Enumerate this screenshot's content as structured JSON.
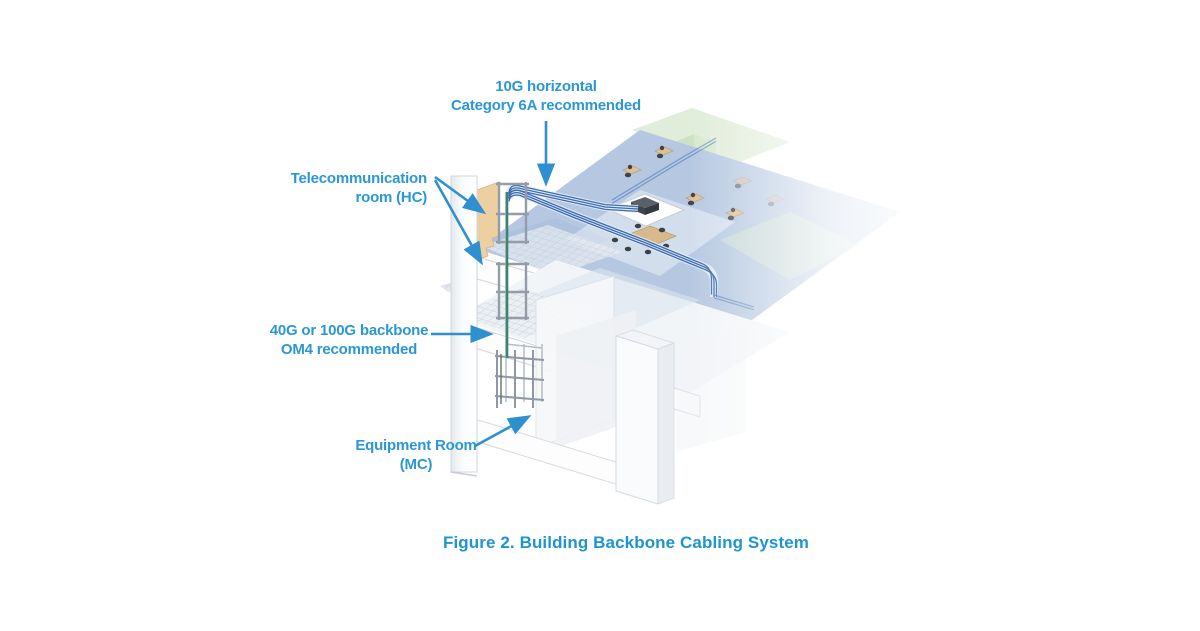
{
  "figure": {
    "caption": "Figure 2. Building Backbone Cabling System"
  },
  "callouts": {
    "horizontal_cabling": {
      "line1": "10G horizontal",
      "line2": "Category 6A recommended"
    },
    "telecom_room": {
      "line1": "Telecommunication",
      "line2": "room (HC)"
    },
    "backbone": {
      "line1": "40G or 100G backbone",
      "line2": "OM4 recommended"
    },
    "equipment_room": {
      "line1": "Equipment Room",
      "line2": "(MC)"
    }
  },
  "colors": {
    "label_text": "#2b97d4",
    "caption_text": "#1d95d3",
    "arrow": "#2e90d0",
    "floor_blue": "#b6c8e1",
    "floor_blue_dark": "#a7bcdc",
    "wall_green": "#cde2c5",
    "ceiling_green": "#d6e7ce",
    "floor_green_zone": "#d3e3d0",
    "wall_tan": "#ecd0a2",
    "desk_tan": "#dcc09a",
    "horizontal_cable_blue": "#3a6cb0",
    "backbone_cable_green": "#3b8170",
    "structure_line": "#ccd2da"
  }
}
